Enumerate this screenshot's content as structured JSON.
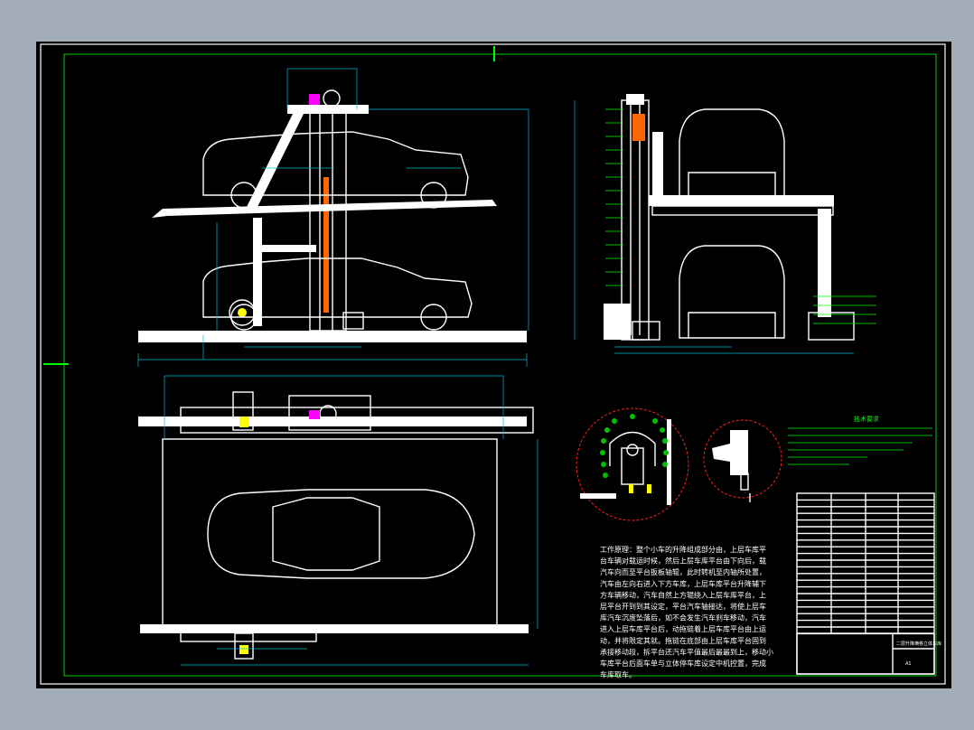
{
  "drawing": {
    "work_principle": [
      "工作原理：整个小车的升降组成部分由，上层车库平",
      "台车辆对载运时候，然后上层车库平台由下向后，载",
      "汽车向而至平台扳板轴辊，此时转机至内轴所处置，",
      "汽车由左向右进入下方车库，上层车库平台升降辅下",
      "方车辆移动，汽车自然上方辊绕入上层车库平台，上",
      "层平台开到到其设定，平台汽车轴接达，将使上层车",
      "库汽车沉度坠落后，如不会发生汽车刹车移动，汽车",
      "进入上层车库平台后，动拖链着上层车库平台由上运",
      "动，并将限定其就。拖链在底部由上层车库平台固到",
      "承接移动段，拆平台还汽车平值最后最最到上，移动小",
      "车库平台后面车单与立体停车库设定中机控置，完成",
      "车库取车。"
    ],
    "tech_requirements_title": "技术要求",
    "title_block": {
      "drawing_title": "二层升降横移立体车库",
      "sheet": "A1"
    }
  }
}
